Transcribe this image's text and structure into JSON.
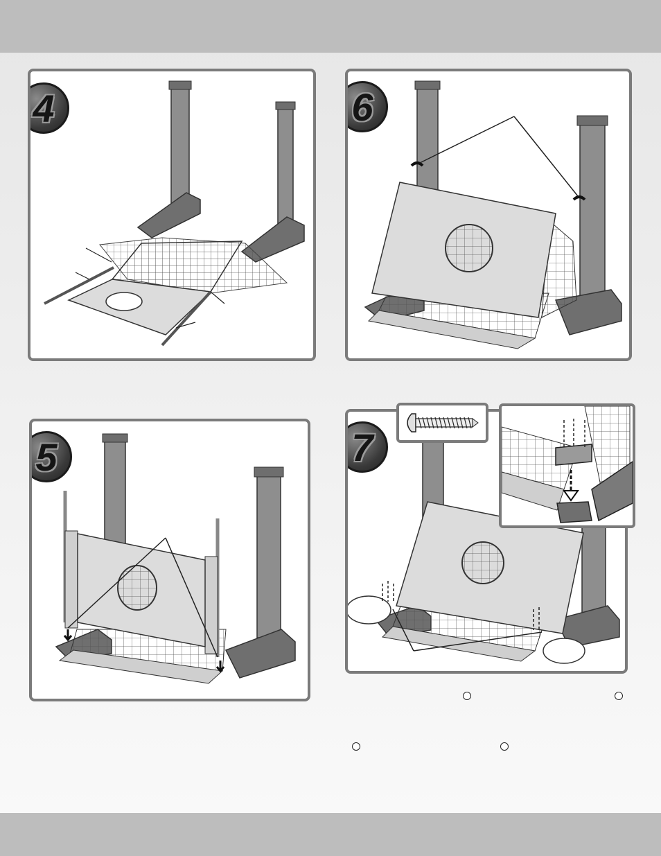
{
  "steps": [
    {
      "number": "4"
    },
    {
      "number": "5"
    },
    {
      "number": "6"
    },
    {
      "number": "7"
    }
  ],
  "colors": {
    "band": "#bdbdbd",
    "panel_border": "#7b7b7b",
    "badge": "#333333",
    "part_gray": "#8c8c8c"
  },
  "icons": {
    "step4": "net-frame-assembly-illustration",
    "step5": "net-attach-illustration",
    "step6": "frame-rotate-illustration",
    "step7": "screw-fasten-illustration",
    "screw": "screw-icon"
  }
}
